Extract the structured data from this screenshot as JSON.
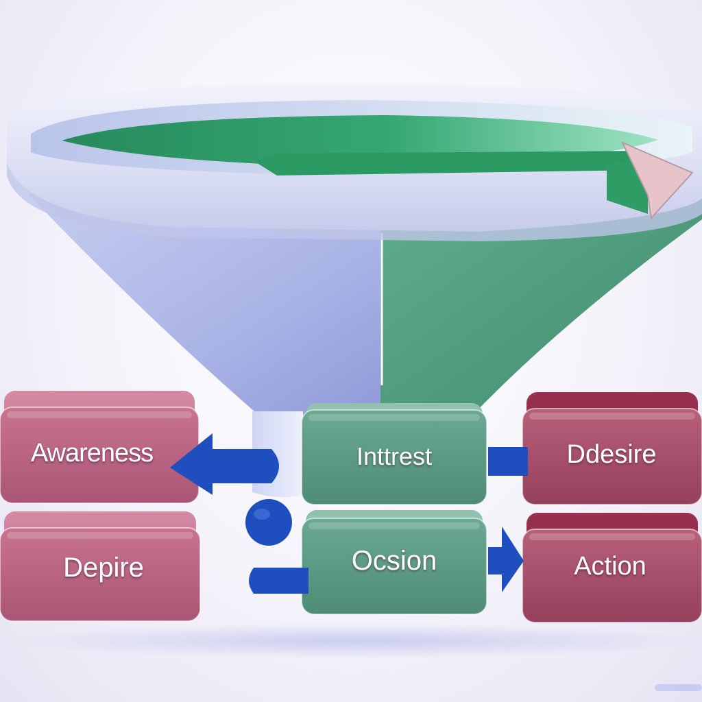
{
  "diagram": {
    "stages": [
      {
        "id": "awareness",
        "label": "Awareness",
        "color": "#b8657f"
      },
      {
        "id": "interest",
        "label": "Inttrest",
        "color": "#5b9a83"
      },
      {
        "id": "desire",
        "label": "Ddesire",
        "color": "#a9546c"
      },
      {
        "id": "depire",
        "label": "Depire",
        "color": "#b8657f"
      },
      {
        "id": "ocsion",
        "label": "Ocsion",
        "color": "#5b9a83"
      },
      {
        "id": "action",
        "label": "Action",
        "color": "#a9546c"
      }
    ],
    "colors": {
      "funnel_left": "#aab3e6",
      "funnel_right": "#4f9c7c",
      "funnel_liquid": "#2f9a6a",
      "rim": "#e3e6f7",
      "arrow_blue": "#1f4fbf",
      "arrow_green": "#2a9a62"
    }
  }
}
